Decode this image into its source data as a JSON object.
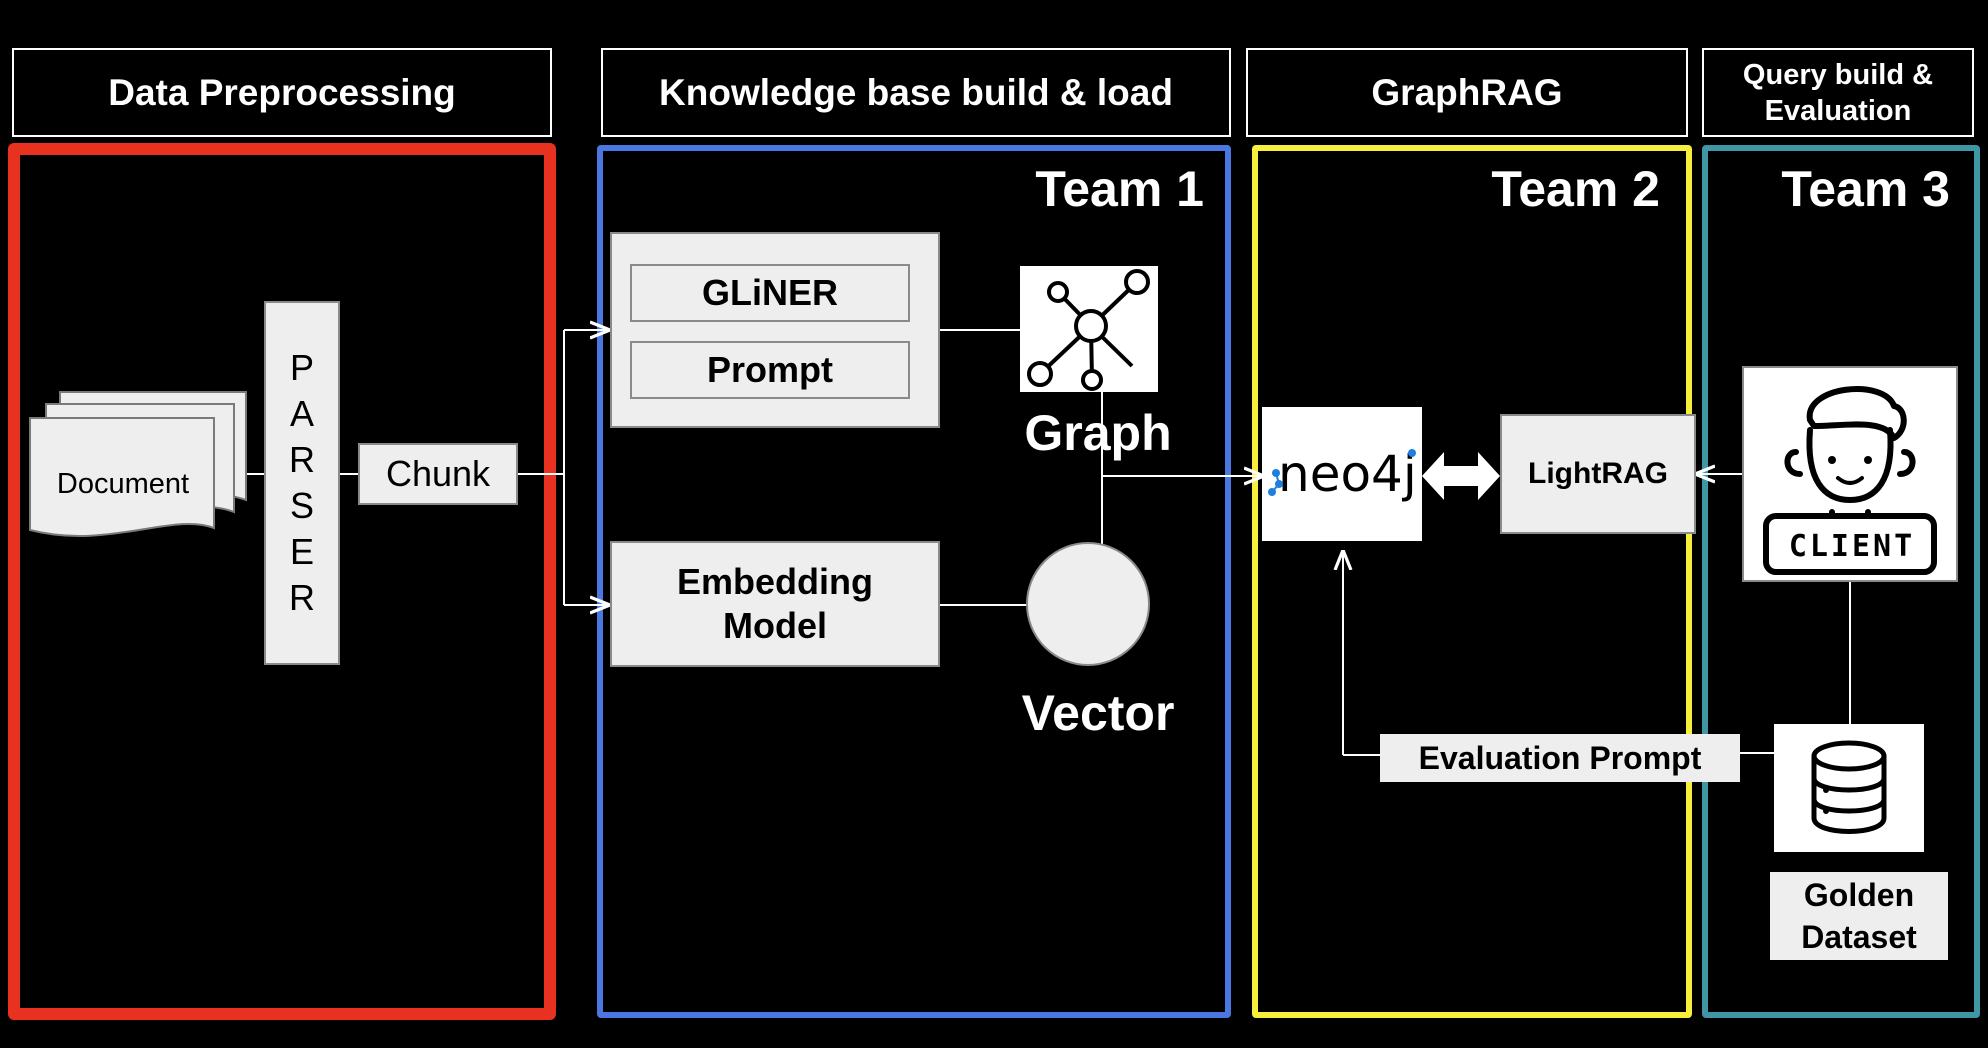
{
  "headers": {
    "preprocessing": "Data Preprocessing",
    "kb": "Knowledge base build & load",
    "graphrag": "GraphRAG",
    "query_line1": "Query build &",
    "query_line2": "Evaluation"
  },
  "teams": {
    "t1": "Team 1",
    "t2": "Team 2",
    "t3": "Team 3"
  },
  "preprocessing": {
    "document": "Document",
    "parser_letters": [
      "P",
      "A",
      "R",
      "S",
      "E",
      "R"
    ],
    "chunk": "Chunk"
  },
  "kb": {
    "gliner": "GLiNER",
    "prompt": "Prompt",
    "embedding_line1": "Embedding",
    "embedding_line2": "Model",
    "graph": "Graph",
    "vector": "Vector"
  },
  "graphrag": {
    "lightrag": "LightRAG",
    "eval_prompt": "Evaluation Prompt"
  },
  "query": {
    "client": "CLIENT",
    "golden_line1": "Golden",
    "golden_line2": "Dataset"
  },
  "colors": {
    "preprocessing_border": "#e8321f",
    "kb_border": "#4a78e0",
    "graphrag_border": "#f7ef3c",
    "query_border": "#3f97a6",
    "neo4j_blue": "#1f7fe0",
    "box_fill": "#eeeeee"
  },
  "icons": [
    "document-stack-icon",
    "graph-network-icon",
    "vector-circle-icon",
    "neo4j-logo",
    "bidirectional-arrow-icon",
    "client-person-icon",
    "database-icon"
  ]
}
